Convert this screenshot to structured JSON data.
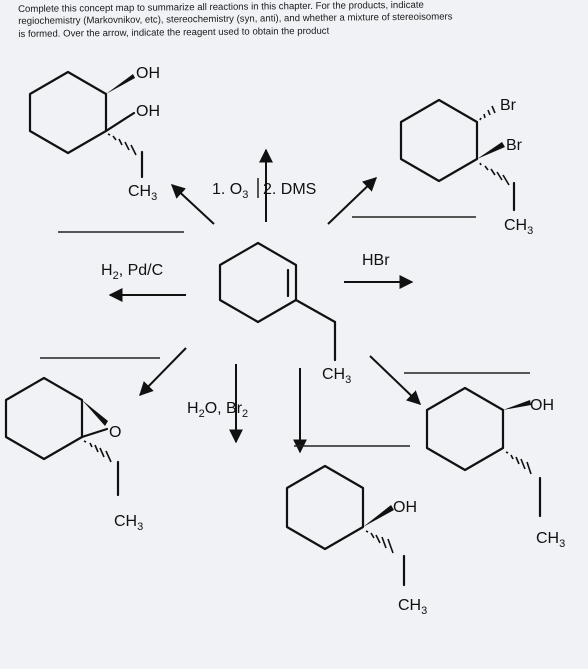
{
  "instructions": {
    "line1": "Complete this concept map to summarize all reactions in this chapter. For the products, indicate",
    "line2": "regiochemistry (Markovnikov, etc), stereochemistry (syn, anti), and whether a mixture of stereoisomers",
    "line3": "is formed. Over the arrow, indicate the reagent used to obtain the product"
  },
  "labels": {
    "diol_oh1": "OH",
    "diol_oh2": "OH",
    "diol_ch3": "CH",
    "diol_ch3_sub": "3",
    "dibromide_br1": "Br",
    "dibromide_br2": "Br",
    "dibromide_ch3": "CH",
    "dibromide_ch3_sub": "3",
    "start_ch3": "CH",
    "start_ch3_sub": "3",
    "epoxide_o": "O",
    "epoxide_ch3": "CH",
    "epoxide_ch3_sub": "3",
    "alcohol_mid_oh": "OH",
    "alcohol_mid_ch3": "CH",
    "alcohol_mid_ch3_sub": "3",
    "alcohol_right_oh": "OH",
    "alcohol_right_ch3": "CH",
    "alcohol_right_ch3_sub": "3"
  },
  "reagents": {
    "ozonolysis_a": "1. O",
    "ozonolysis_a_sub": "3",
    "ozonolysis_b": "2. DMS",
    "hydrogenation_a": "H",
    "hydrogenation_a_sub": "2",
    "hydrogenation_b": ", Pd/C",
    "hbr": "HBr",
    "halohydrin_a": "H",
    "halohydrin_a_sub": "2",
    "halohydrin_b": "O, Br",
    "halohydrin_b_sub": "2"
  }
}
